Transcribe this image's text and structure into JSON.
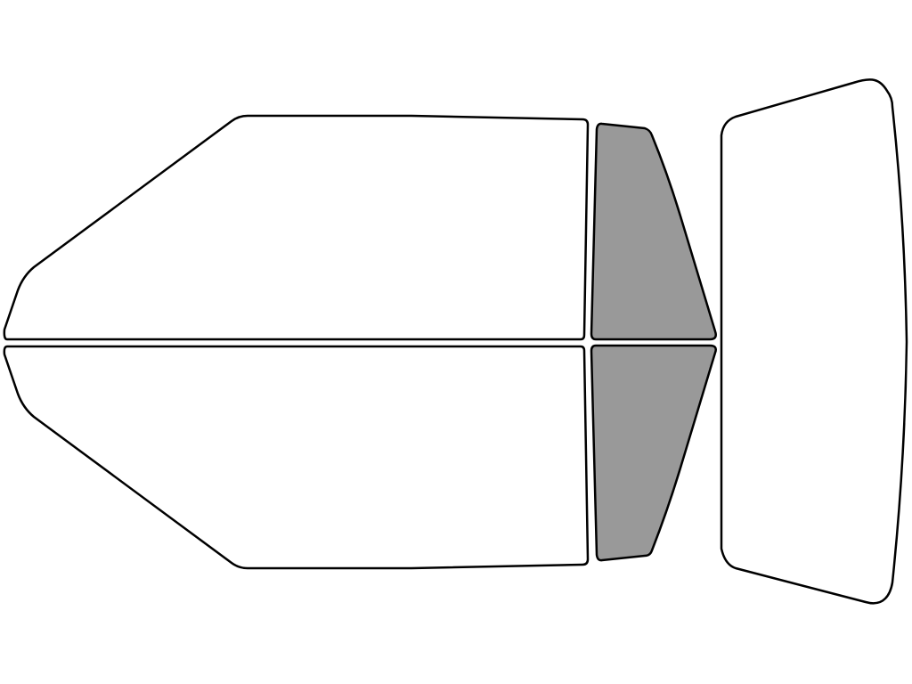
{
  "colors": {
    "background": "#ffffff",
    "outline": "#000000",
    "untinted": "#ffffff",
    "tinted": "#999999"
  },
  "windows": [
    {
      "id": "front-door-upper",
      "tinted": false
    },
    {
      "id": "front-door-lower",
      "tinted": false
    },
    {
      "id": "rear-quarter-upper",
      "tinted": true
    },
    {
      "id": "rear-quarter-lower",
      "tinted": true
    },
    {
      "id": "rear-windshield",
      "tinted": false
    }
  ]
}
